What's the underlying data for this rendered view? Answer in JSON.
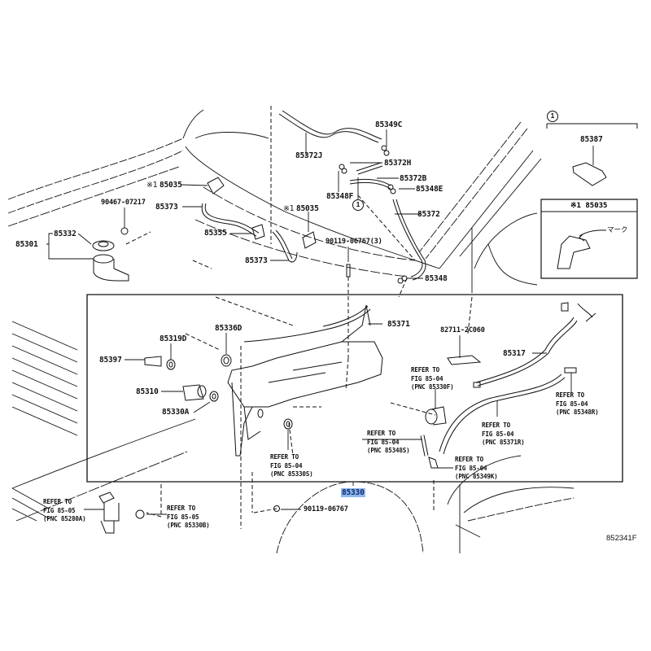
{
  "diagram": {
    "figure_id": "852341F",
    "highlighted_part": "85330",
    "highlight_color": "#8fb8f0",
    "callouts": [
      {
        "id": "85301",
        "text": "85301"
      },
      {
        "id": "85332",
        "text": "85332"
      },
      {
        "id": "90467",
        "text": "90467-07217"
      },
      {
        "id": "85035a_mark",
        "text": "※1"
      },
      {
        "id": "85035a",
        "text": "85035"
      },
      {
        "id": "85373a",
        "text": "85373"
      },
      {
        "id": "85355",
        "text": "85355"
      },
      {
        "id": "85373b",
        "text": "85373"
      },
      {
        "id": "85035b_mark",
        "text": "※1"
      },
      {
        "id": "85035b",
        "text": "85035"
      },
      {
        "id": "90119a",
        "text": "90119-06767(3)"
      },
      {
        "id": "85372J",
        "text": "85372J"
      },
      {
        "id": "85349C",
        "text": "85349C"
      },
      {
        "id": "85372H",
        "text": "85372H"
      },
      {
        "id": "85372B",
        "text": "85372B"
      },
      {
        "id": "85348F",
        "text": "85348F"
      },
      {
        "id": "85348E",
        "text": "85348E"
      },
      {
        "id": "85372",
        "text": "85372"
      },
      {
        "id": "85348",
        "text": "85348"
      },
      {
        "id": "85387",
        "text": "85387"
      },
      {
        "id": "85371",
        "text": "85371"
      },
      {
        "id": "82711",
        "text": "82711-2C060"
      },
      {
        "id": "85317",
        "text": "85317"
      },
      {
        "id": "85336D",
        "text": "85336D"
      },
      {
        "id": "85319D",
        "text": "85319D"
      },
      {
        "id": "85397",
        "text": "85397"
      },
      {
        "id": "85310",
        "text": "85310"
      },
      {
        "id": "85330A",
        "text": "85330A"
      },
      {
        "id": "85330",
        "text": "85330"
      },
      {
        "id": "90119b",
        "text": "90119-06767"
      }
    ],
    "references": [
      {
        "id": "ref_85330F",
        "text": "REFER TO\nFIG 85-04\n(PNC 85330F)"
      },
      {
        "id": "ref_85348S",
        "text": "REFER TO\nFIG 85-04\n(PNC 85348S)"
      },
      {
        "id": "ref_85330S",
        "text": "REFER TO\nFIG 85-04\n(PNC 85330S)"
      },
      {
        "id": "ref_85348R",
        "text": "REFER TO\nFIG 85-04\n(PNC 85348R)"
      },
      {
        "id": "ref_85371R",
        "text": "REFER TO\nFIG 85-04\n(PNC 85371R)"
      },
      {
        "id": "ref_85349K",
        "text": "REFER TO\nFIG 85-04\n(PNC 85349K)"
      },
      {
        "id": "ref_85280A",
        "text": "REFER TO\nFIG 85-05\n(PNC 85280A)"
      },
      {
        "id": "ref_85330B",
        "text": "REFER TO\nFIG 85-05\n(PNC 85330B)"
      }
    ],
    "circle_marker": "1",
    "inset_1": {
      "marker": "1",
      "part": "85387"
    },
    "inset_2": {
      "title": "※1 85035",
      "mark_label": "マーク"
    }
  }
}
